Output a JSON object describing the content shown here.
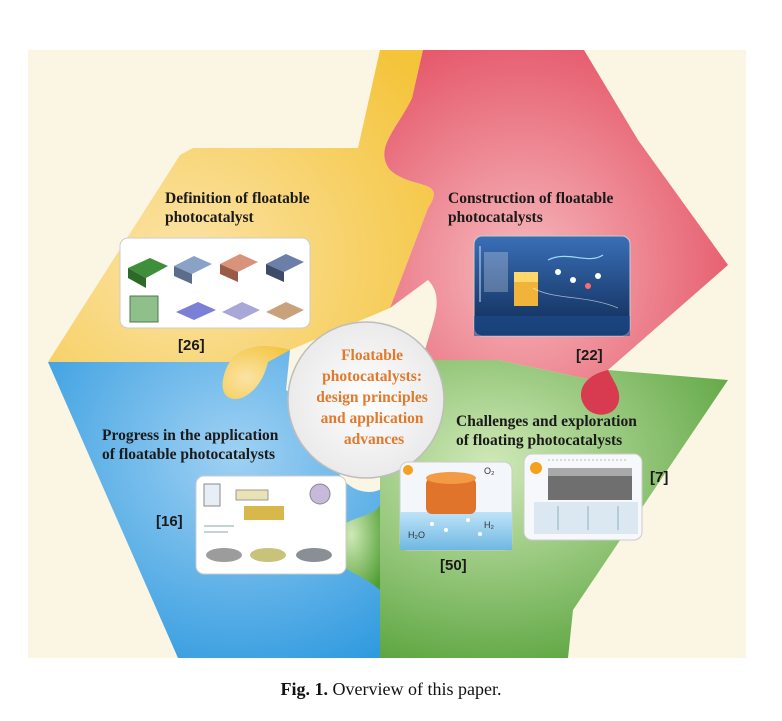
{
  "figure": {
    "center": [
      "Floatable",
      "photocatalysts:",
      "design principles",
      "and application",
      "advances"
    ],
    "quadrants": [
      {
        "id": "definition",
        "title": [
          "Definition of floatable",
          "photocatalyst"
        ],
        "ref": "[26]",
        "color": "#f6cf5a"
      },
      {
        "id": "construction",
        "title": [
          "Construction of floatable",
          "photocatalysts"
        ],
        "ref": "[22]",
        "color": "#e8576a"
      },
      {
        "id": "progress",
        "title": [
          "Progress in the application",
          "of floatable photocatalysts"
        ],
        "ref": "[16]",
        "color": "#3aa3e3"
      },
      {
        "id": "challenges",
        "title": [
          "Challenges and exploration",
          "of floating photocatalysts"
        ],
        "refs": [
          "[50]",
          "[7]"
        ],
        "color": "#5aa83c"
      }
    ],
    "inset_labels": {
      "h2o": "H₂O",
      "h2": "H₂",
      "o2": "O₂"
    }
  },
  "caption": {
    "label": "Fig. 1.",
    "text": "Overview of this paper."
  }
}
